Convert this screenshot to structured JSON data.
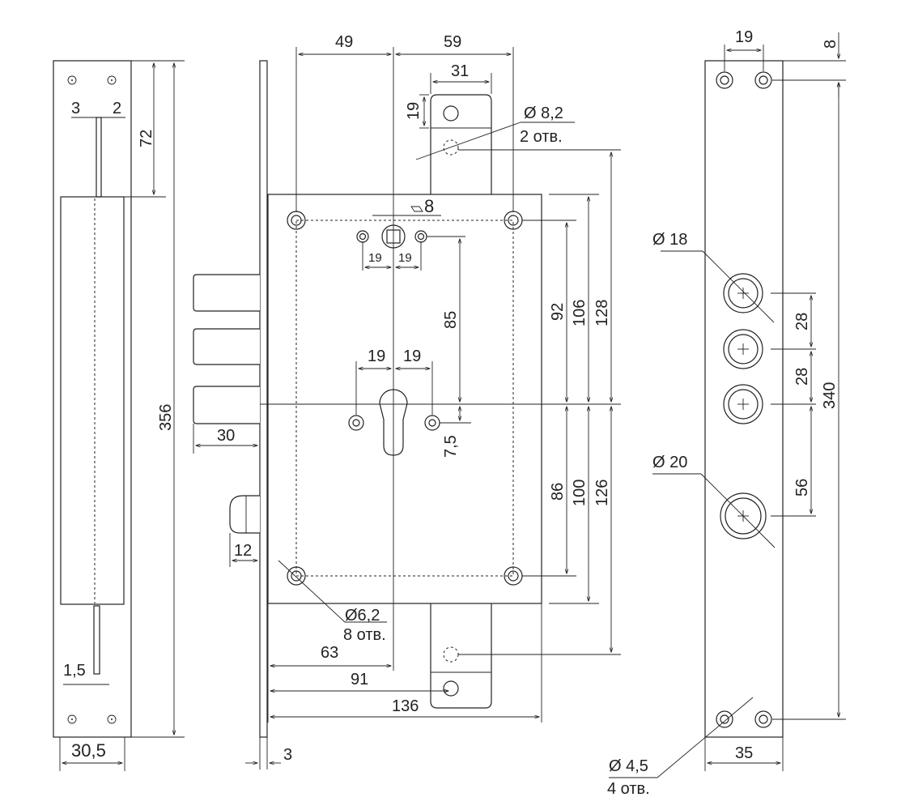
{
  "dims": {
    "d49": "49",
    "d59": "59",
    "d31": "31",
    "d19_top": "19",
    "d8_2": "Ø 8,2",
    "d2otv": "2 отв.",
    "d8sq": "8",
    "d19_a": "19",
    "d19_b": "19",
    "d85": "85",
    "d19_c": "19",
    "d19_d": "19",
    "d7_5": "7,5",
    "d92": "92",
    "d106": "106",
    "d128": "128",
    "d86": "86",
    "d100": "100",
    "d126": "126",
    "d30": "30",
    "d12": "12",
    "d6_2": "Ø6,2",
    "d8otv": "8 отв.",
    "d63": "63",
    "d91": "91",
    "d136": "136",
    "d3b": "3",
    "d3": "3",
    "d2": "2",
    "d72": "72",
    "d356": "356",
    "d1_5": "1,5",
    "d30_5": "30,5",
    "d19_r": "19",
    "d8_r": "8",
    "d18": "Ø 18",
    "d20": "Ø 20",
    "d28a": "28",
    "d28b": "28",
    "d56": "56",
    "d340": "340",
    "d35": "35",
    "d4_5": "Ø 4,5",
    "d4otv": "4 отв."
  }
}
